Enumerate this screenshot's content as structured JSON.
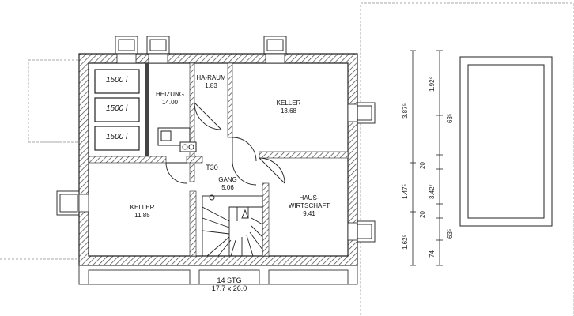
{
  "rooms": {
    "heizung": {
      "name": "HEIZUNG",
      "area": "14.00"
    },
    "ha_raum": {
      "name": "HA-RAUM",
      "area": "1.83"
    },
    "keller_ne": {
      "name": "KELLER",
      "area": "13.68"
    },
    "gang": {
      "name": "GANG",
      "area": "5.06",
      "door_class": "T30"
    },
    "keller_w": {
      "name": "KELLER",
      "area": "11.85"
    },
    "hauswirtschaft": {
      "name_line1": "HAUS-",
      "name_line2": "WIRTSCHAFT",
      "area": "9.41"
    }
  },
  "tanks": [
    "1500 l",
    "1500 l",
    "1500 l"
  ],
  "stairs": {
    "steps": "14 STG",
    "ratio": "17.7 x 26.0"
  },
  "dimensions": {
    "left_chain": [
      "3.87⁵",
      "1.47⁵",
      "1.62⁵"
    ],
    "right_chain": [
      "1.92⁸",
      "63⁵",
      "20",
      "3.42⁷",
      "20",
      "63⁵",
      "74"
    ]
  }
}
